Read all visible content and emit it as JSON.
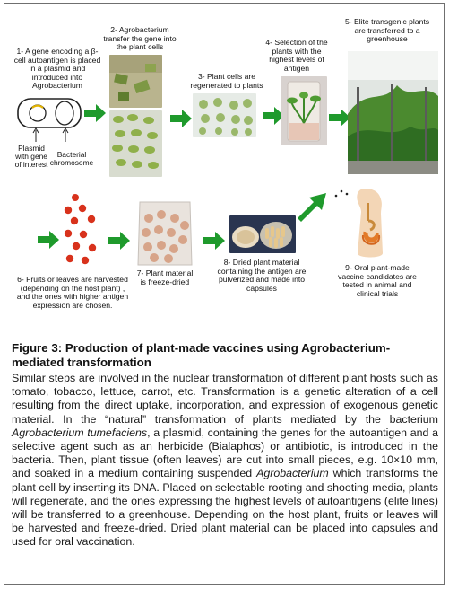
{
  "figure": {
    "step1": "1- A gene encoding a β-cell autoantigen is placed in a plasmid and introduced into Agrobacterium",
    "step1_plasmid": "Plasmid with gene of interest",
    "step1_chromosome": "Bacterial chromosome",
    "step2": "2- Agrobacterium transfer the gene into the plant cells",
    "step3": "3- Plant cells are regenerated to plants",
    "step4": "4- Selection of the plants with the highest levels of antigen",
    "step5": "5- Elite transgenic plants are transferred to a greenhouse",
    "step6": "6- Fruits or leaves are harvested (depending on the host plant) , and the ones with higher antigen expression are chosen.",
    "step7": "7- Plant material is freeze-dried",
    "step8": "8- Dried plant material containing the antigen are pulverized and made into capsules",
    "step9": "9- Oral plant-made vaccine candidates are tested in animal and clinical trials"
  },
  "caption": {
    "label": "Figure 3:",
    "title": " Production of plant-made vaccines using Agrobacterium-mediated transformation"
  },
  "body": {
    "s1": "Similar steps are involved in the nuclear transformation of different plant hosts such as tomato, tobacco, lettuce, carrot, etc. Transformation is a genetic alteration of a cell resulting from the direct uptake, incorporation, and expression of exogenous genetic material. In the “natural” transformation of plants mediated by the bacterium ",
    "s1_italic": "Agrobacterium tumefaciens",
    "s2": ", a plasmid, containing the genes for the autoantigen and a selective agent such as an herbicide (Bialaphos) or antibiotic, is introduced in the bacteria. Then, plant tissue (often leaves) are cut into small pieces, e.g. 10×10 mm, and soaked in a medium containing suspended ",
    "s2_italic": "Agrobacterium",
    "s3": " which transforms the plant cell by inserting its DNA.  Placed on selectable rooting and shooting media, plants will regenerate, and the ones expressing the highest levels of autoantigens (elite lines) will be transferred to a greenhouse. Depending on the host plant, fruits or leaves will be harvested and freeze-dried. Dried plant material can be placed into capsules and used for oral vaccination."
  },
  "colors": {
    "arrow_green": "#1f9a2c",
    "tomato_red": "#d8321c",
    "frame": "#6f6f6f"
  }
}
